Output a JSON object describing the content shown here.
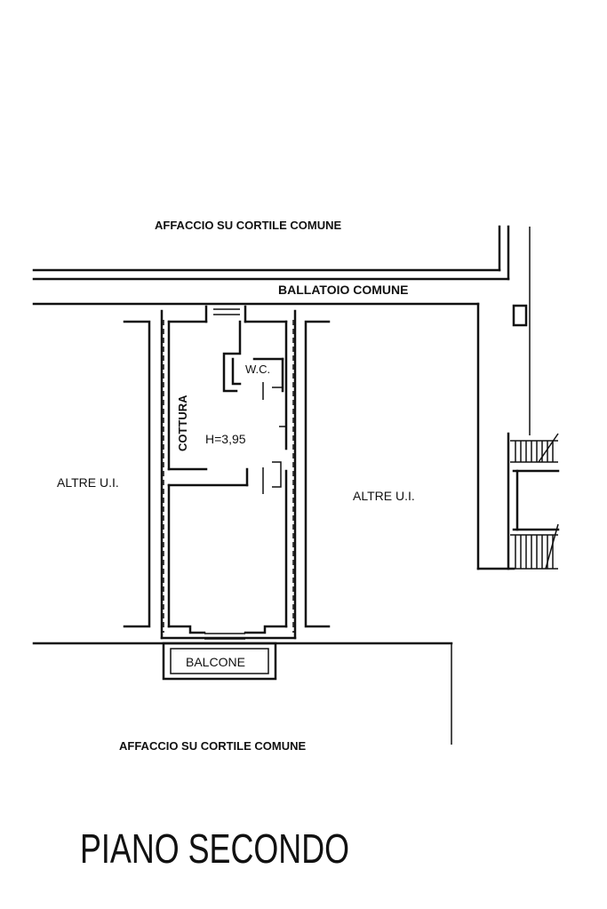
{
  "labels": {
    "courtyard_top": "AFFACCIO SU CORTILE COMUNE",
    "gallery": "BALLATOIO COMUNE",
    "wc": "W.C.",
    "cooking": "COTTURA",
    "height": "H=3,95",
    "other_units_left": "ALTRE U.I.",
    "other_units_right": "ALTRE U.I.",
    "balcony": "BALCONE",
    "courtyard_bottom": "AFFACCIO SU CORTILE COMUNE"
  },
  "title": "PIANO SECONDO"
}
